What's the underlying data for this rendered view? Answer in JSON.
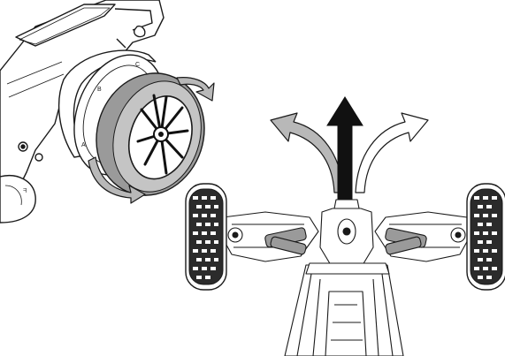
{
  "colors": {
    "background": "#ffffff",
    "line": "#1a1a1a",
    "wheel_gray": "#9a9a9a",
    "wheel_gray_light": "#c4c4c4",
    "steer_arrow_fill": "#b8b8b8",
    "forward_arrow_fill": "#111111",
    "tire_tread": "#2b2b2b"
  },
  "transmitter": {
    "wheel_marks": [
      "C",
      "B",
      "A"
    ]
  },
  "icons": {
    "rotate_arrows": "curved-rotation-arrow",
    "steer_left": "curved-arrow-left",
    "forward": "straight-arrow-up",
    "steer_right": "curved-arrow-right"
  }
}
